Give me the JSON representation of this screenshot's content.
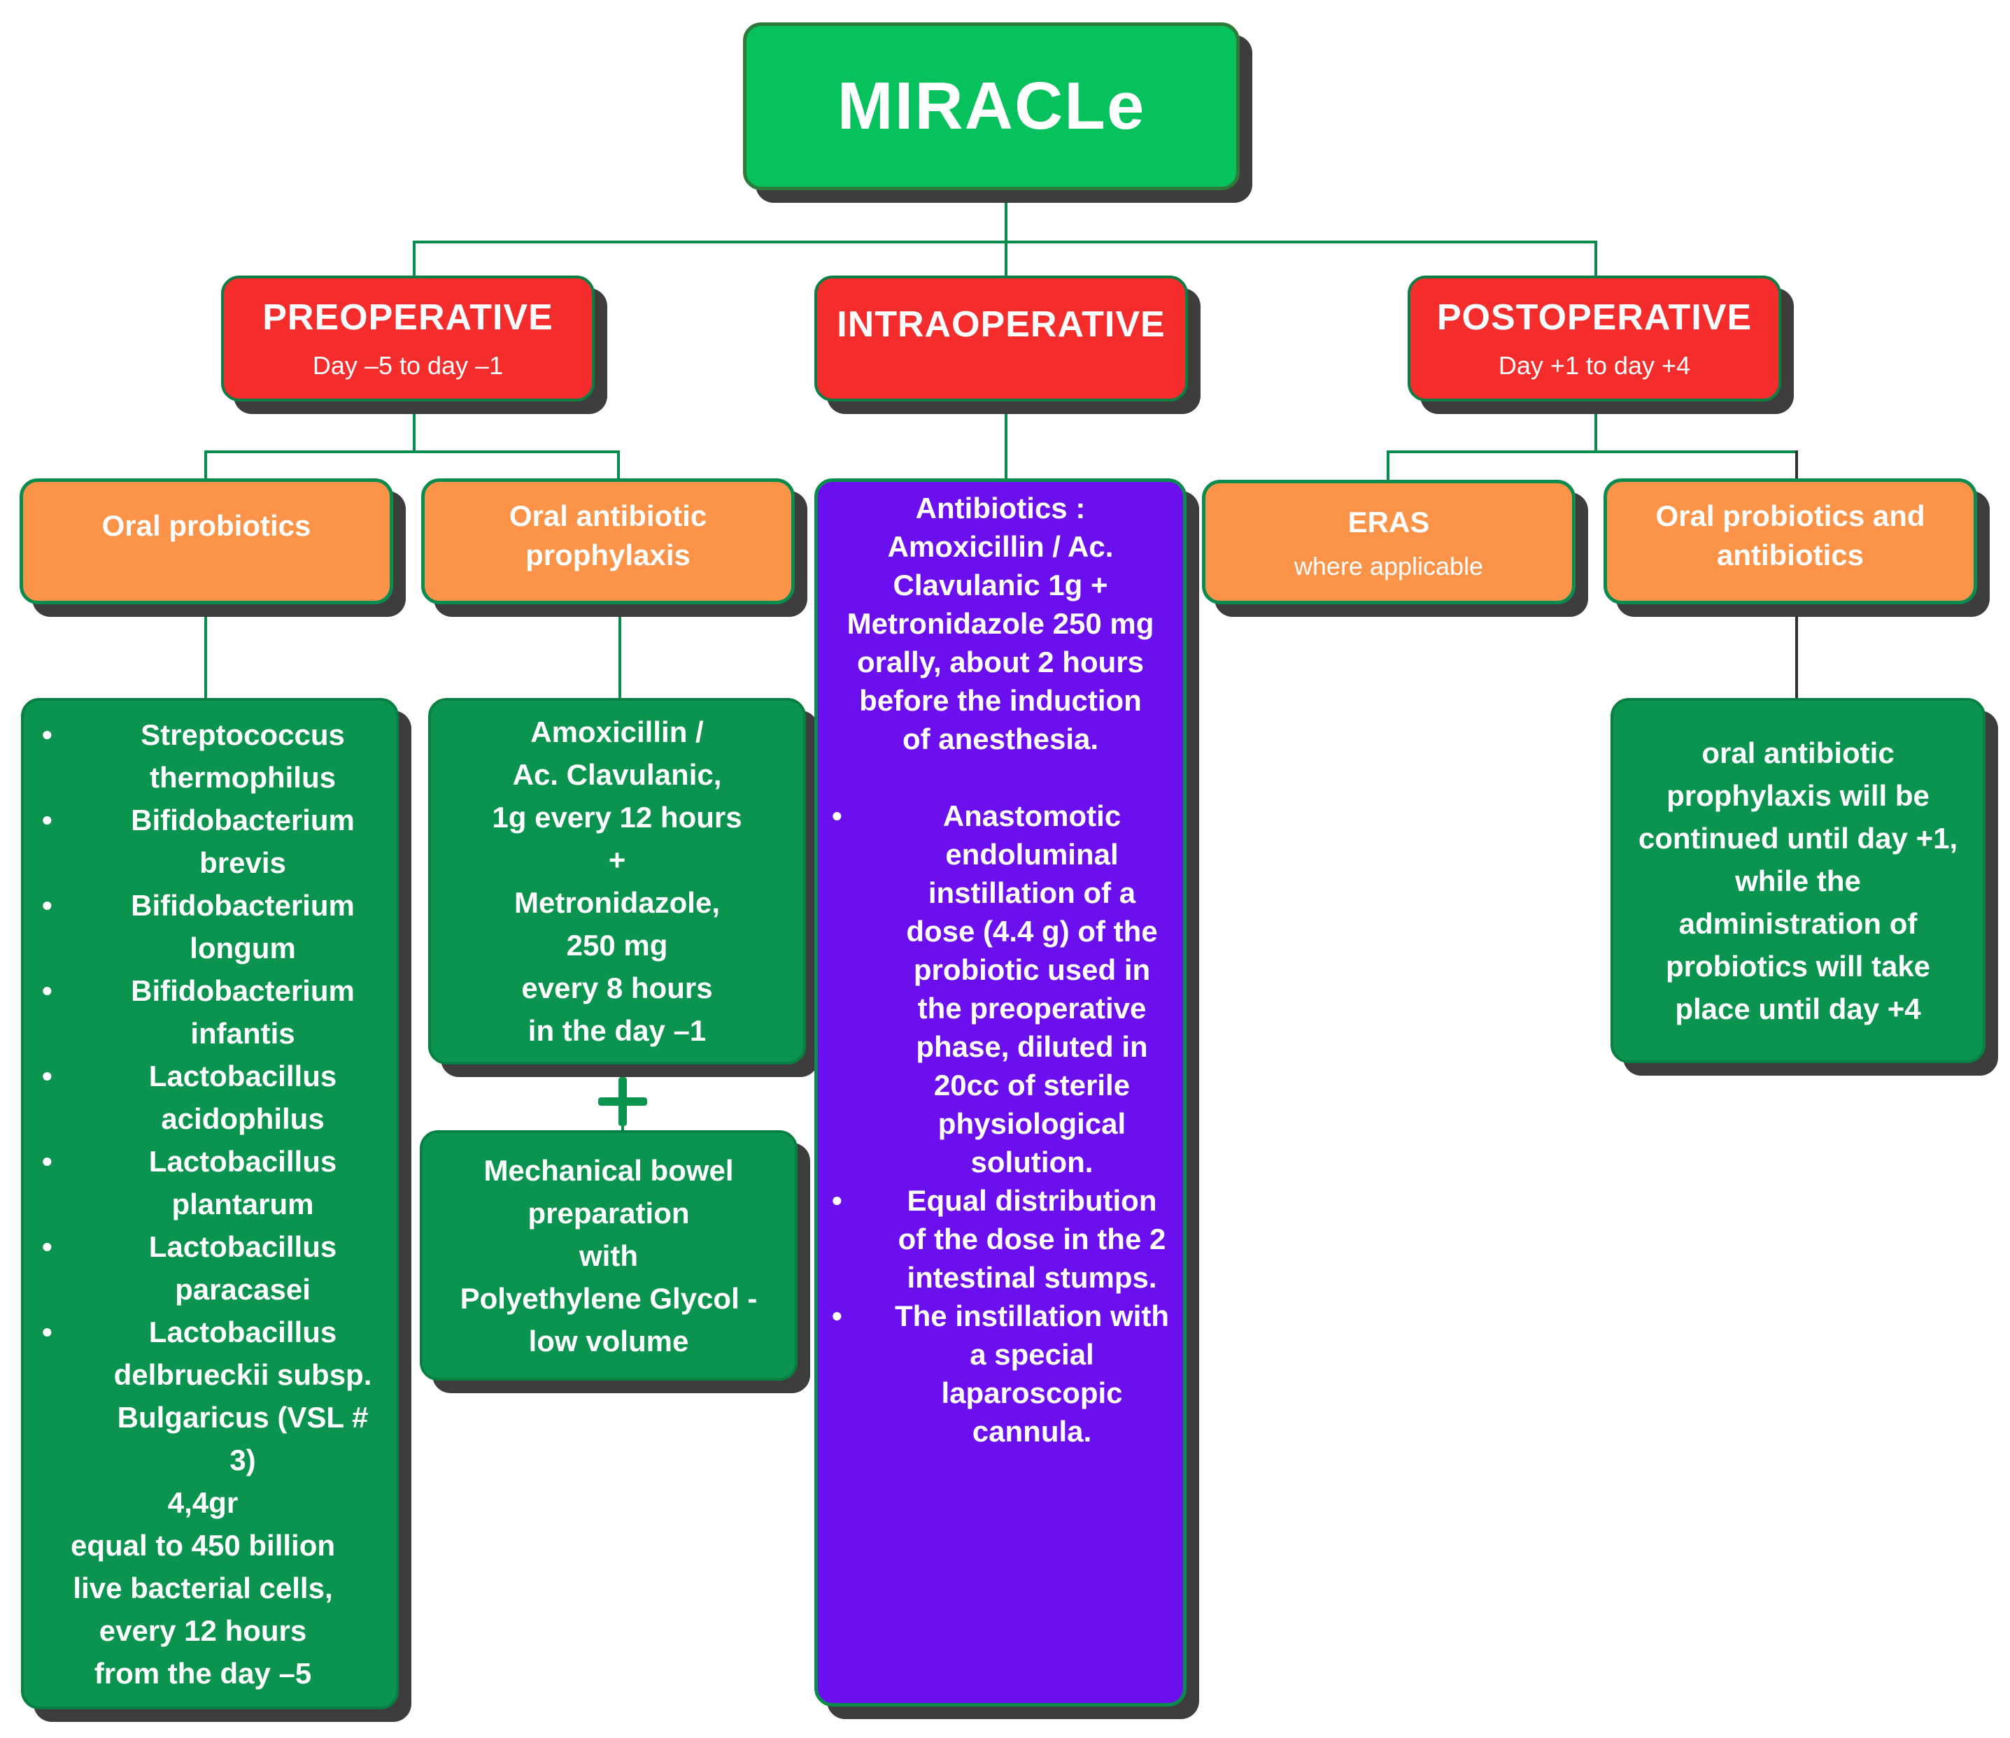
{
  "title": "MIRACLe",
  "phases": {
    "pre": {
      "label": "PREOPERATIVE",
      "sub": "Day –5 to day –1"
    },
    "intra": {
      "label": "INTRAOPERATIVE"
    },
    "post": {
      "label": "POSTOPERATIVE",
      "sub": "Day +1 to day +4"
    }
  },
  "categories": {
    "oral_probiotics": "Oral probiotics",
    "oral_antibiotic_prophylaxis": "Oral antibiotic prophylaxis",
    "eras": {
      "label": "ERAS",
      "sub": "where applicable"
    },
    "oral_probiotics_antibiotics": "Oral probiotics and antibiotics"
  },
  "probiotics": {
    "strains": [
      "Streptococcus thermophilus",
      "Bifidobacterium brevis",
      "Bifidobacterium longum",
      "Bifidobacterium infantis",
      "Lactobacillus acidophilus",
      "Lactobacillus plantarum",
      "Lactobacillus paracasei",
      "Lactobacillus delbrueckii subsp. Bulgaricus (VSL # 3)"
    ],
    "dose": [
      "4,4gr",
      "equal to 450 billion",
      "live bacterial cells,",
      "every 12 hours",
      "from the day –5"
    ]
  },
  "antibiotic_prophylaxis": [
    "Amoxicillin /",
    "Ac. Clavulanic,",
    "1g every 12 hours",
    "+",
    "Metronidazole,",
    "250 mg",
    "every 8 hours",
    "in the day –1"
  ],
  "bowel_prep": [
    "Mechanical bowel",
    "preparation",
    "with",
    "Polyethylene Glycol -",
    "low volume"
  ],
  "intraoperative": {
    "intro": "Antibiotics : Amoxicillin / Ac. Clavulanic 1g + Metronidazole 250 mg orally, about 2 hours before the induction of anesthesia.",
    "bullets": [
      "Anastomotic endoluminal instillation of a dose (4.4 g) of the probiotic used in the preoperative phase, diluted in 20cc of sterile physiological solution.",
      "Equal distribution of the dose in the 2 intestinal stumps.",
      "The instillation with a special laparoscopic cannula."
    ]
  },
  "postoperative_note": "oral antibiotic prophylaxis will be continued until day +1, while the administration of probiotics will take place until day +4",
  "colors": {
    "title_green": "#06c25d",
    "detail_green": "#0a944f",
    "phase_red": "#f52c2c",
    "category_orange": "#fb9448",
    "intra_purple": "#6c0fee"
  }
}
